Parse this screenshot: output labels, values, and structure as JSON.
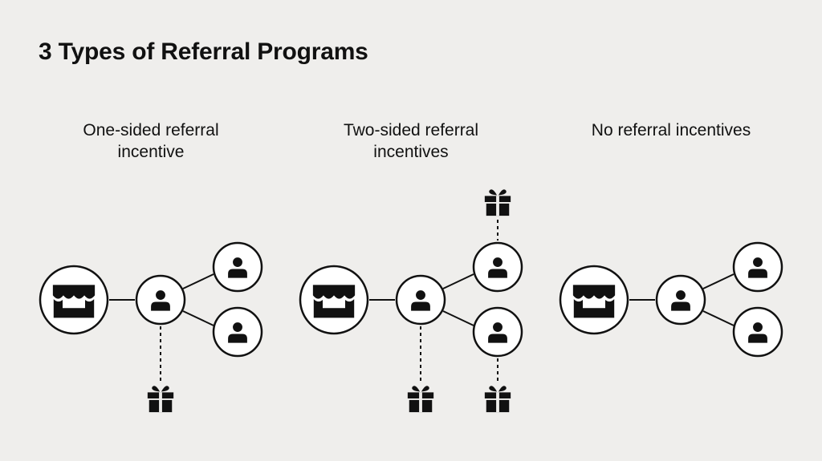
{
  "page": {
    "title": "3 Types of Referral Programs"
  },
  "panels": [
    {
      "title": "One-sided referral\nincentive",
      "rewards": [
        "referrer"
      ]
    },
    {
      "title": "Two-sided referral\nincentives",
      "rewards": [
        "referrer",
        "referred"
      ]
    },
    {
      "title": "No referral incentives",
      "rewards": []
    }
  ],
  "icons": {
    "business": "storefront-icon",
    "person": "person-icon",
    "reward": "gift-icon"
  },
  "colors": {
    "background": "#efeeec",
    "ink": "#111111",
    "node_fill": "#ffffff"
  }
}
